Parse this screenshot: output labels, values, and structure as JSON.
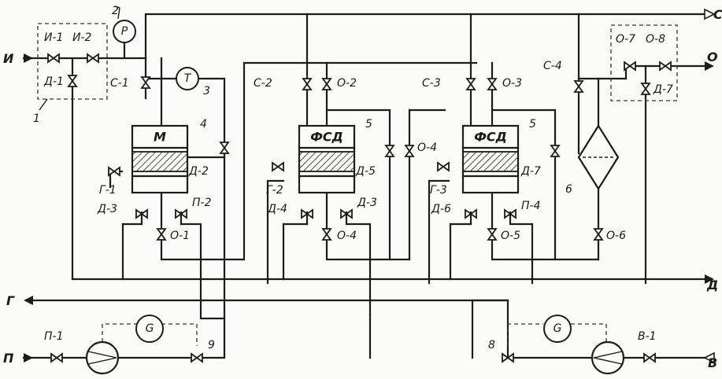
{
  "lines": {
    "input_left": "И",
    "output_c": "С",
    "output_o": "О",
    "output_d": "Д",
    "output_g": "Г",
    "input_p": "П",
    "input_v": "В"
  },
  "instruments": {
    "pressure": "Р",
    "temperature": "Т",
    "generator_left": "G",
    "generator_right": "G"
  },
  "vessels": {
    "mixer": "М",
    "fsd1": "ФСД",
    "fsd2": "ФСД"
  },
  "callouts": {
    "c1": "1",
    "c2": "2",
    "c3": "3",
    "c4": "4",
    "c5a": "5",
    "c5b": "5",
    "c6": "6",
    "c8": "8",
    "c9": "9"
  },
  "valves": {
    "i1": "И-1",
    "i2": "И-2",
    "d1": "Д-1",
    "c1": "С-1",
    "d2": "Д-2",
    "g1": "Г-1",
    "d3": "Д-3",
    "p2": "П-2",
    "o1": "О-1",
    "c2": "С-2",
    "o2": "О-2",
    "d5": "Д-5",
    "g2": "Г-2",
    "d4": "Д-4",
    "d3b": "Д-3",
    "o4a": "О-4",
    "c3": "С-3",
    "o3": "О-3",
    "o4": "О-4",
    "d7": "Д-7",
    "g3": "Г-3",
    "d6": "Д-6",
    "p4": "П-4",
    "o5": "О-5",
    "c4": "С-4",
    "o6": "О-6",
    "o7": "О-7",
    "o8": "О-8",
    "d7b": "Д-7",
    "p1": "П-1",
    "v1": "В-1"
  }
}
